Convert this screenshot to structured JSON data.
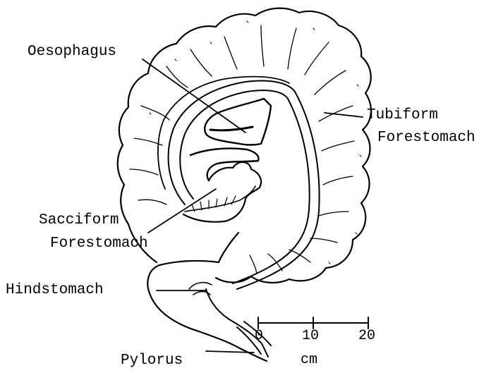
{
  "labels": {
    "oesophagus": "Oesophagus",
    "tubiform_line1": "Tubiform",
    "tubiform_line2": "Forestomach",
    "sacciform_line1": "Sacciform",
    "sacciform_line2": "Forestomach",
    "hindstomach": "Hindstomach",
    "pylorus": "Pylorus"
  },
  "scale_bar": {
    "ticks": [
      "0",
      "10",
      "20"
    ],
    "unit": "cm"
  },
  "colors": {
    "ink": "#000000",
    "background": "#ffffff"
  }
}
